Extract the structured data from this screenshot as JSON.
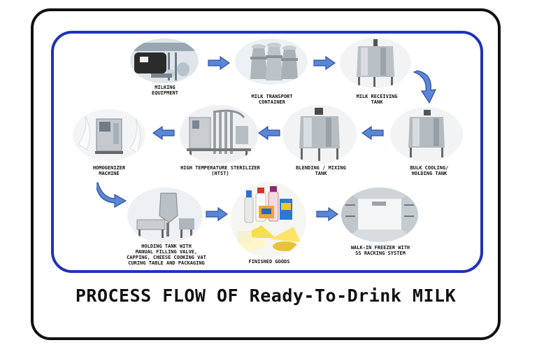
{
  "diagram": {
    "title": "PROCESS FLOW OF Ready-To-Drink MILK",
    "colors": {
      "frame": "#111111",
      "border": "#1f32b8",
      "arrow": "#5a86d8"
    },
    "steps": [
      {
        "id": "milking",
        "icon": "milking-equipment-icon",
        "label": [
          "MILKING",
          "EQUIPMENT"
        ]
      },
      {
        "id": "transport",
        "icon": "milk-can-icon",
        "label": [
          "MILK TRANSPORT",
          "CONTAINER"
        ]
      },
      {
        "id": "receiving",
        "icon": "steel-tank-icon",
        "label": [
          "MILK RECEIVING",
          "TANK"
        ]
      },
      {
        "id": "bulk",
        "icon": "steel-tank-icon",
        "label": [
          "BULK COOLING/",
          "HOLDING TANK"
        ]
      },
      {
        "id": "blending",
        "icon": "steel-tank-icon",
        "label": [
          "BLENDING / MIXING",
          "TANK"
        ]
      },
      {
        "id": "htst",
        "icon": "sterilizer-icon",
        "label": [
          "HIGH TEMPERATURE STERILIZER",
          "(HTST)"
        ]
      },
      {
        "id": "homogenizer",
        "icon": "homogenizer-icon",
        "label": [
          "HOMOGENIZER",
          "MACHINE"
        ]
      },
      {
        "id": "holding",
        "icon": "holding-tank-icon",
        "label": [
          "HOLDING TANK WITH",
          "MANUAL FILLING VALVE,",
          "CAPPING, CHEESE COOKING VAT",
          "CURING TABLE AND PACKAGING"
        ]
      },
      {
        "id": "finished",
        "icon": "finished-goods-icon",
        "label": [
          "FINISHED GOODS"
        ]
      },
      {
        "id": "freezer",
        "icon": "walk-in-freezer-icon",
        "label": [
          "WALK-IN FREEZER WITH",
          "SS RACKING SYSTEM"
        ]
      }
    ]
  }
}
